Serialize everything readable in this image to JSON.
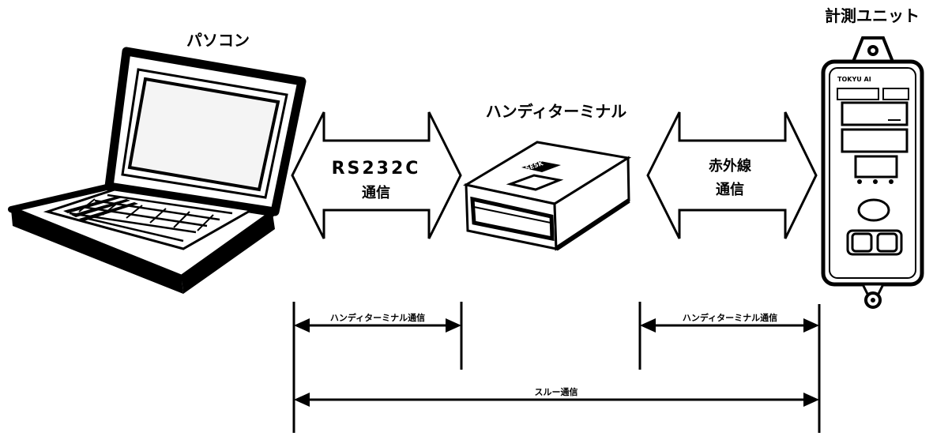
{
  "devices": {
    "pc": {
      "label": "パソコン"
    },
    "handy_terminal": {
      "label": "ハンディターミナル",
      "badge_text": "SESK"
    },
    "measurement_unit": {
      "label": "計測ユニット",
      "brand_text": "TOKYU AI"
    }
  },
  "links": {
    "rs232c": {
      "line1": "RS232C",
      "line2": "通信"
    },
    "infrared": {
      "line1": "赤外線",
      "line2": "通信"
    }
  },
  "ranges": {
    "left": "ハンディターミナル通信",
    "right": "ハンディターミナル通信",
    "through": "スルー通信"
  },
  "colors": {
    "ink": "#000000",
    "paper": "#ffffff",
    "screen": "#f4f4f4"
  }
}
